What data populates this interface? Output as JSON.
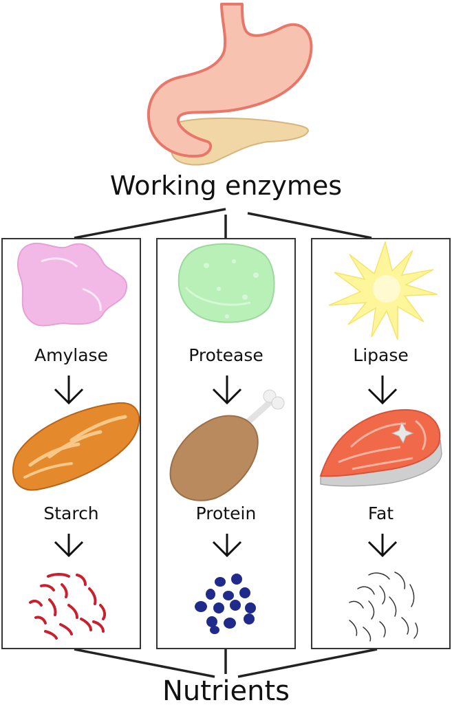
{
  "top_title": "Working enzymes",
  "bottom_title": "Nutrients",
  "columns": [
    {
      "enzyme": "Amylase",
      "food": "Starch",
      "enzyme_icon": "amylase-blob-icon",
      "food_icon": "bread-icon",
      "nutrient_icon": "sugar-fragments-icon",
      "color": "#f3b9e6"
    },
    {
      "enzyme": "Protease",
      "food": "Protein",
      "enzyme_icon": "protease-blob-icon",
      "food_icon": "chicken-leg-icon",
      "nutrient_icon": "amino-acid-dots-icon",
      "color": "#b8f0b8"
    },
    {
      "enzyme": "Lipase",
      "food": "Fat",
      "enzyme_icon": "lipase-star-icon",
      "food_icon": "salmon-steak-icon",
      "nutrient_icon": "fatty-acid-strands-icon",
      "color": "#fff59a"
    }
  ],
  "colors": {
    "stomach": "#f7c3b0",
    "stomach_outline": "#e8776a",
    "pancreas": "#f1d7a6",
    "bread": "#e58a2c",
    "chicken": "#b98a5e",
    "salmon": "#f06a4a",
    "sugar": "#c8202e",
    "amino": "#1f2a8a"
  }
}
